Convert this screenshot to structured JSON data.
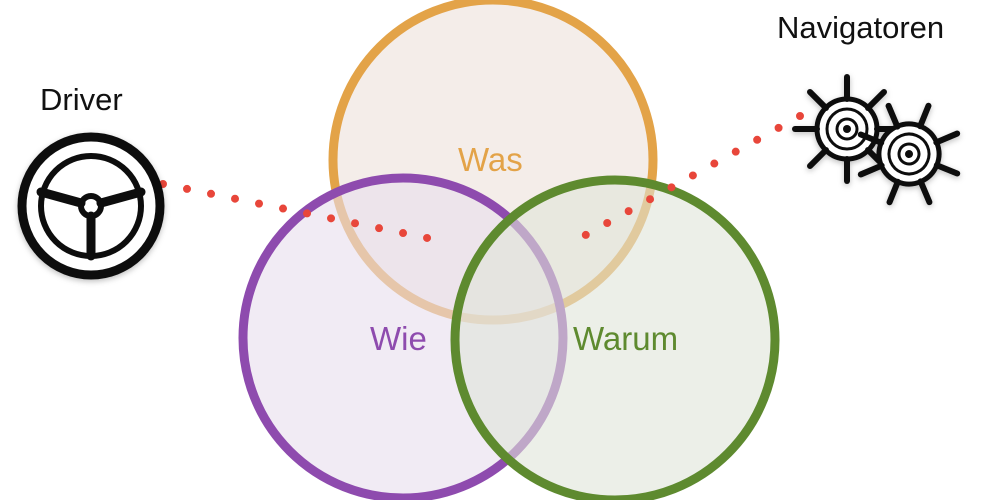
{
  "roles": {
    "driver": {
      "label": "Driver",
      "icon": "steering-wheel-icon"
    },
    "navigator": {
      "label": "Navigatoren",
      "icon": "ship-wheels-icon"
    }
  },
  "circles": [
    {
      "id": "was",
      "label": "Was",
      "color": "#E3A348",
      "fill": "#F0E7E1"
    },
    {
      "id": "wie",
      "label": "Wie",
      "color": "#8E4BAE",
      "fill": "#E7DDEC"
    },
    {
      "id": "warum",
      "label": "Warum",
      "color": "#5E8A2F",
      "fill": "#E0E5D9"
    }
  ],
  "connector_color": "#E8463A"
}
